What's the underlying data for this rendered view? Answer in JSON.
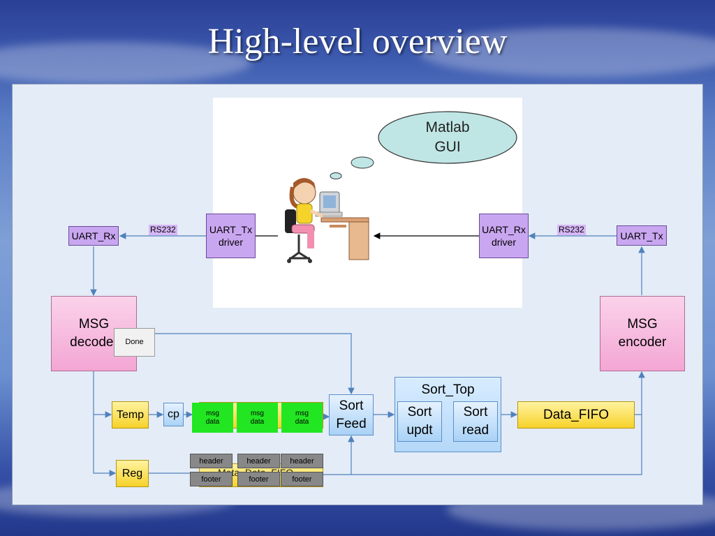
{
  "slide": {
    "title": "High-level overview"
  },
  "diagram": {
    "thought_bubble": {
      "line1": "Matlab",
      "line2": "GUI"
    },
    "uart_rx_left": "UART_Rx",
    "rs232_left": "RS232",
    "uart_tx_driver": {
      "line1": "UART_Tx",
      "line2": "driver"
    },
    "uart_rx_driver": {
      "line1": "UART_Rx",
      "line2": "driver"
    },
    "rs232_right": "RS232",
    "uart_tx_right": "UART_Tx",
    "msg_decoder": {
      "line1": "MSG",
      "line2": "decoder"
    },
    "msg_encoder": {
      "line1": "MSG",
      "line2": "encoder"
    },
    "done": "Done",
    "temp": "Temp",
    "cp": "cp",
    "reg": "Reg",
    "msg_data_blocks": [
      {
        "line1": "msg",
        "line2": "data"
      },
      {
        "line1": "msg",
        "line2": "data"
      },
      {
        "line1": "msg",
        "line2": "data"
      }
    ],
    "headers": [
      "header",
      "header",
      "header"
    ],
    "footers": [
      "footer",
      "footer",
      "footer"
    ],
    "meta_fifo_label": "Meta_Data_FIFO",
    "sort_feed": {
      "line1": "Sort",
      "line2": "Feed"
    },
    "sort_top": {
      "title": "Sort_Top",
      "updt": {
        "line1": "Sort",
        "line2": "updt"
      },
      "read": {
        "line1": "Sort",
        "line2": "read"
      }
    },
    "data_fifo": "Data_FIFO"
  },
  "colors": {
    "module_purple": "#c9a6f0",
    "decoder_pink": "#f3a6d4",
    "fifo_yellow": "#f7d22a",
    "sort_blue": "#a9d2f6",
    "msg_green": "#22e622",
    "header_gray": "#888888",
    "arrow_blue": "#4f81bd"
  }
}
